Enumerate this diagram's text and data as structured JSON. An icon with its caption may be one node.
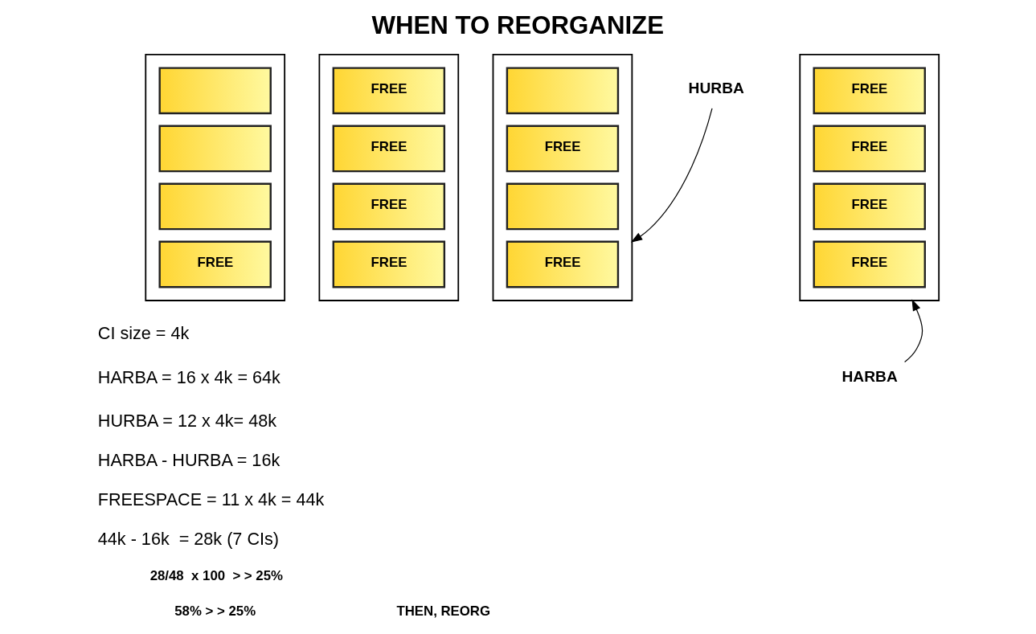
{
  "diagram": {
    "title": "WHEN TO REORGANIZE",
    "nodes": [
      {
        "text": [],
        "shape": "box"
      },
      {
        "text": [],
        "shape": "box",
        "in": 0
      },
      {
        "text": [],
        "shape": "box",
        "in": 0
      },
      {
        "text": [],
        "shape": "box",
        "in": 0
      },
      {
        "text": [
          "FREE"
        ],
        "in": 0
      },
      {
        "text": [],
        "shape": "box"
      },
      {
        "text": [
          "FREE"
        ],
        "in": 5
      },
      {
        "text": [
          "FREE"
        ],
        "in": 5
      },
      {
        "text": [
          "FREE"
        ],
        "in": 5
      },
      {
        "text": [
          "FREE"
        ],
        "in": 5
      },
      {
        "text": [],
        "shape": "box"
      },
      {
        "text": [],
        "shape": "box",
        "in": 10
      },
      {
        "text": [
          "FREE"
        ],
        "in": 10
      },
      {
        "text": [],
        "shape": "box",
        "in": 10
      },
      {
        "text": [
          "FREE"
        ],
        "in": 10
      },
      {
        "text": [
          "HURBA"
        ]
      },
      {
        "text": [],
        "shape": "box"
      },
      {
        "text": [
          "FREE"
        ],
        "in": 16
      },
      {
        "text": [
          "FREE"
        ],
        "in": 16
      },
      {
        "text": [
          "FREE"
        ],
        "in": 16
      },
      {
        "text": [
          "FREE"
        ],
        "in": 16
      },
      {
        "text": [
          "HARBA"
        ]
      }
    ],
    "edges": [
      {
        "from": 15,
        "to": 10,
        "arrow": "to"
      },
      {
        "from": 21,
        "to": 16,
        "arrow": "to"
      }
    ],
    "labels": [
      "CI size = 4k",
      "HARBA = 16 x 4k = 64k",
      "HURBA = 12 x 4k= 48k",
      "HARBA - HURBA = 16k",
      "FREESPACE = 11 x 4k = 44k",
      "44k - 16k  = 28k (7 CIs)",
      "28/48  x 100  > > 25%",
      "58% > > 25%",
      "THEN, REORG"
    ]
  }
}
